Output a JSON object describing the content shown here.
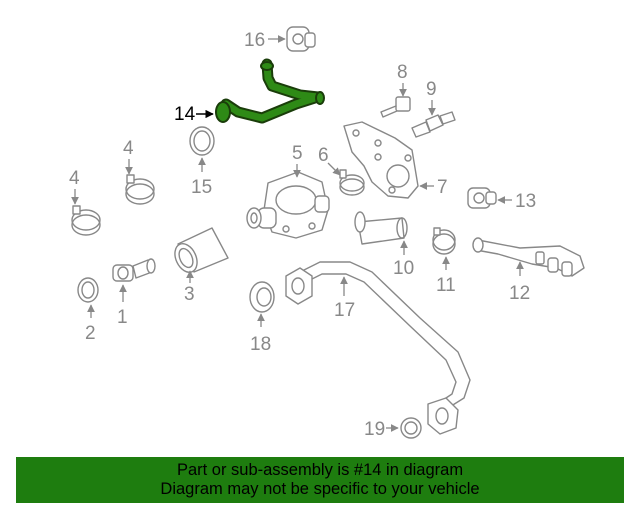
{
  "callouts": {
    "n1": "1",
    "n2": "2",
    "n3": "3",
    "n4a": "4",
    "n4b": "4",
    "n5": "5",
    "n6": "6",
    "n7": "7",
    "n8": "8",
    "n9": "9",
    "n10": "10",
    "n11": "11",
    "n12": "12",
    "n13": "13",
    "n14": "14",
    "n15": "15",
    "n16": "16",
    "n17": "17",
    "n18": "18",
    "n19": "19"
  },
  "highlight": {
    "part_number": "14",
    "color": "#1e7d0f"
  },
  "banner": {
    "line1": "Part or sub-assembly is #14 in diagram",
    "line2": "Diagram may not be specific to your vehicle",
    "color": "#1e7d0f"
  }
}
